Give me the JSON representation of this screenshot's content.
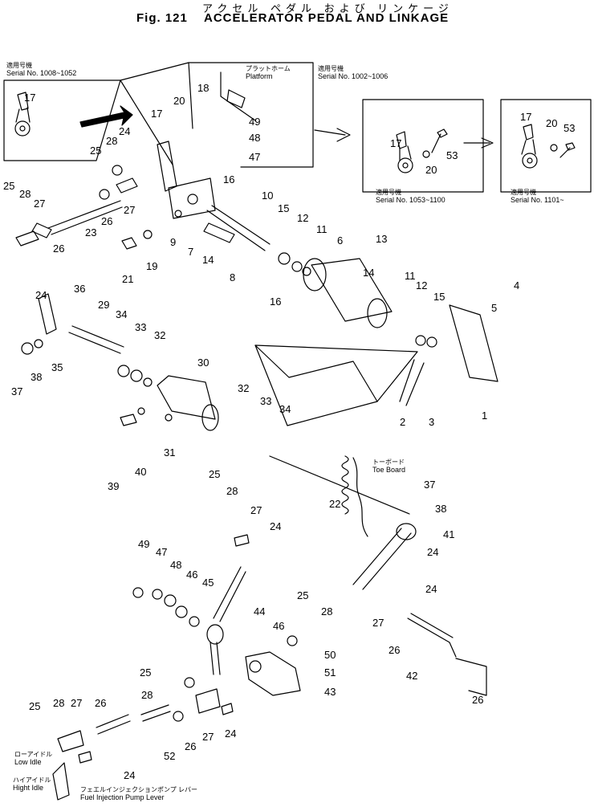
{
  "header": {
    "japanese": "アクセル ペダル および リンケージ",
    "figure": "Fig. 121",
    "title": "ACCELERATOR PEDAL AND LINKAGE"
  },
  "notes": [
    {
      "id": "serial_1008",
      "lines": [
        "適用号機",
        "Serial No. 1008~1052"
      ]
    },
    {
      "id": "platform",
      "lines": [
        "プラットホーム",
        "Platform"
      ]
    },
    {
      "id": "serial_1002",
      "lines": [
        "適用号機",
        "Serial No. 1002~1006"
      ]
    },
    {
      "id": "serial_1053",
      "lines": [
        "適用号機",
        "Serial No. 1053~1100"
      ]
    },
    {
      "id": "serial_1101",
      "lines": [
        "適用号機",
        "Serial No. 1101~"
      ]
    },
    {
      "id": "toe_board",
      "lines": [
        "トーボード",
        "Toe Board"
      ]
    },
    {
      "id": "low_idle",
      "lines": [
        "ローアイドル",
        "Low Idle"
      ]
    },
    {
      "id": "high_idle",
      "lines": [
        "ハイアイドル",
        "Hight Idle"
      ]
    },
    {
      "id": "pump_lever",
      "lines": [
        "フェエルインジェクションポンプ レバー",
        "Fuel Injection Pump Lever"
      ]
    }
  ],
  "callouts": [
    "1",
    "2",
    "3",
    "4",
    "5",
    "6",
    "7",
    "8",
    "9",
    "10",
    "11",
    "12",
    "13",
    "14",
    "15",
    "16",
    "17",
    "18",
    "19",
    "20",
    "21",
    "22",
    "23",
    "24",
    "25",
    "26",
    "27",
    "28",
    "29",
    "30",
    "31",
    "32",
    "33",
    "34",
    "35",
    "36",
    "37",
    "38",
    "39",
    "40",
    "41",
    "42",
    "43",
    "44",
    "45",
    "46",
    "47",
    "48",
    "49",
    "50",
    "51",
    "52",
    "53"
  ]
}
